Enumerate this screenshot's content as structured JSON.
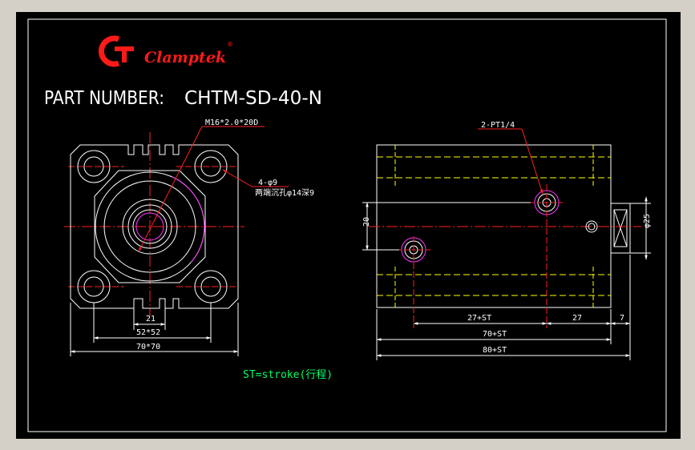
{
  "brand": {
    "logo_letters": "CG",
    "name": "Clamptek",
    "registered_mark": "®",
    "logo_color": "#ff1a1a"
  },
  "part_number": {
    "label": "PART NUMBER:",
    "value": "CHTM-SD-40-N"
  },
  "front_view": {
    "callout_thread": "M16*2.0*20D",
    "callout_holes_line1": "4-φ9",
    "callout_holes_line2": "两端沉孔φ14深9",
    "dim_center": "21",
    "dim_bolt_square": "52*52",
    "dim_body_square": "70*70"
  },
  "side_view": {
    "callout_port": "2-PT1/4",
    "dim_port_offset": "20",
    "dim_rod_dia": "φ25",
    "dim_27_st": "27+ST",
    "dim_27": "27",
    "dim_7": "7",
    "dim_70_st": "70+ST",
    "dim_80_st": "80+ST"
  },
  "note": "ST=stroke(行程)",
  "colors": {
    "canvas": "#000000",
    "outline": "#ffffff",
    "centerline": "#ff2020",
    "dimension": "#ffffff",
    "hidden": "#ffff00",
    "magenta": "#ff33ff",
    "note": "#00ff66"
  }
}
